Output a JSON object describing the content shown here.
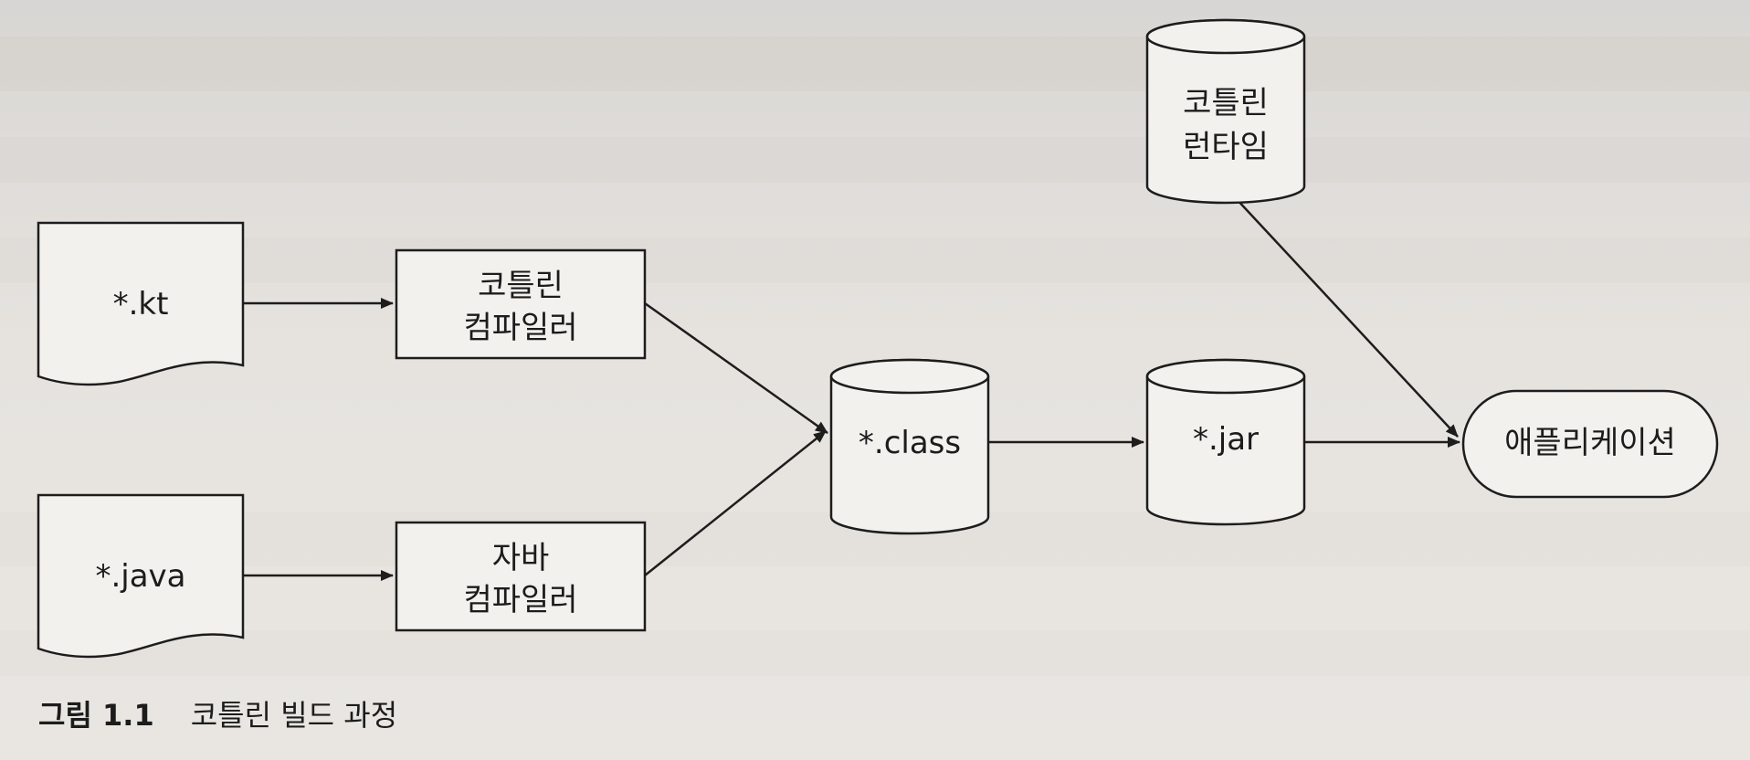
{
  "caption": {
    "number": "그림 1.1",
    "title": "코틀린 빌드 과정"
  },
  "nodes": {
    "kt_file": {
      "label": "*.kt"
    },
    "java_file": {
      "label": "*.java"
    },
    "kotlin_compiler": {
      "line1": "코틀린",
      "line2": "컴파일러"
    },
    "java_compiler": {
      "line1": "자바",
      "line2": "컴파일러"
    },
    "class_files": {
      "label": "*.class"
    },
    "jar_file": {
      "label": "*.jar"
    },
    "kotlin_runtime": {
      "line1": "코틀린",
      "line2": "런타임"
    },
    "application": {
      "label": "애플리케이션"
    }
  },
  "edges": [
    {
      "from": "kt_file",
      "to": "kotlin_compiler"
    },
    {
      "from": "java_file",
      "to": "java_compiler"
    },
    {
      "from": "kotlin_compiler",
      "to": "class_files"
    },
    {
      "from": "java_compiler",
      "to": "class_files"
    },
    {
      "from": "class_files",
      "to": "jar_file"
    },
    {
      "from": "jar_file",
      "to": "application"
    },
    {
      "from": "kotlin_runtime",
      "to": "application"
    }
  ]
}
